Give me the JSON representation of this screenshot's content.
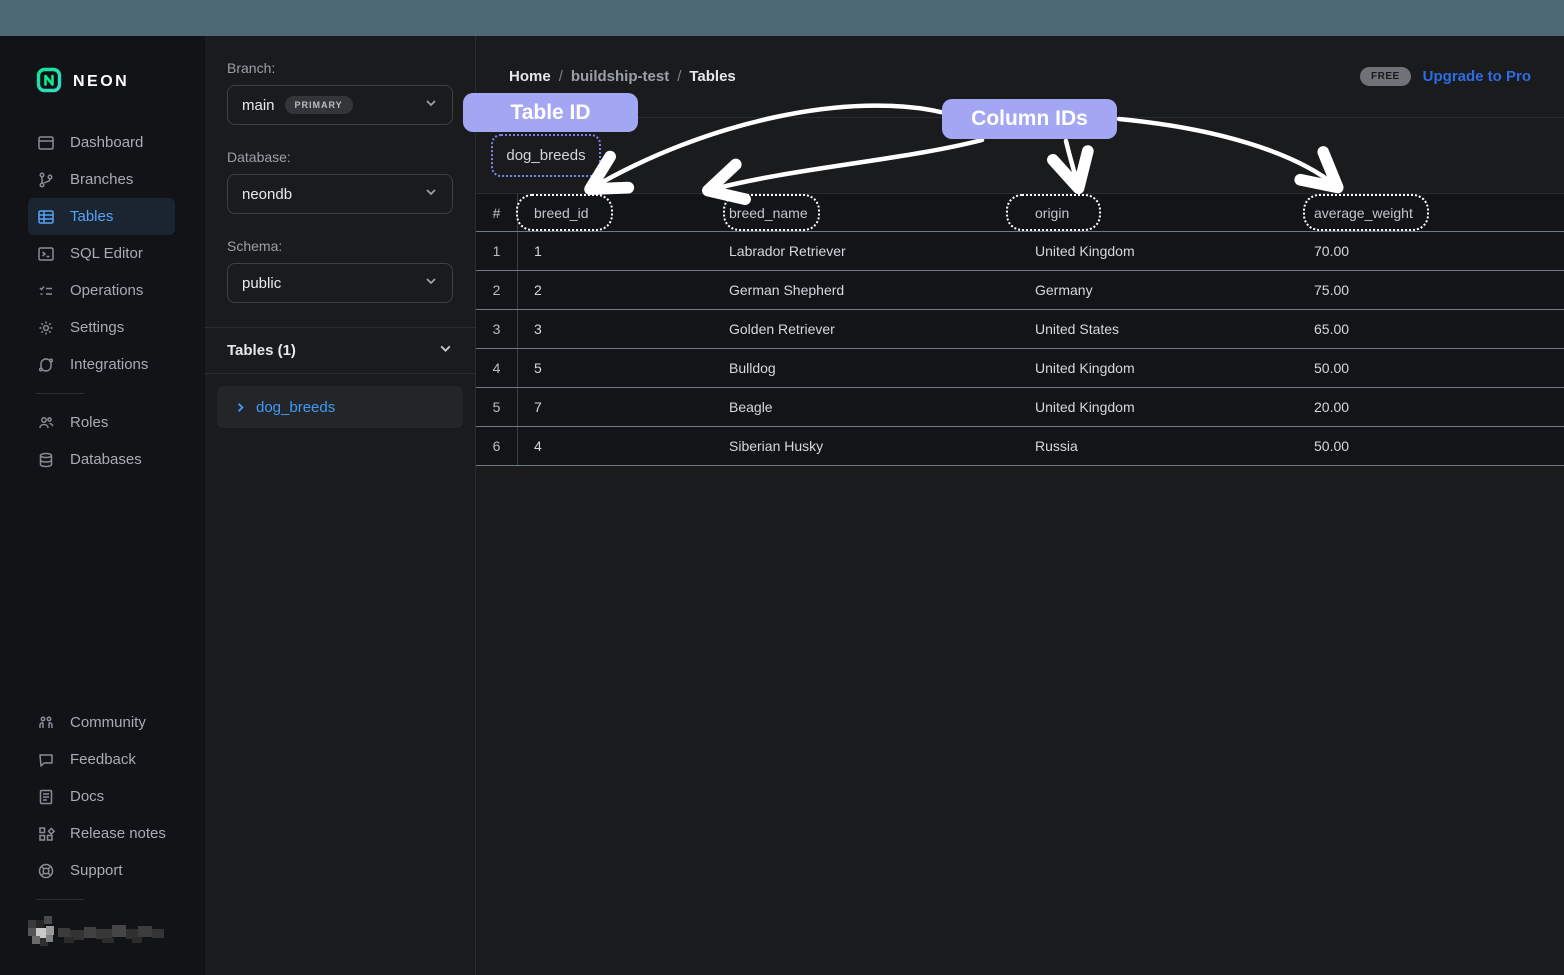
{
  "sidebar": {
    "logo_text": "NEON",
    "items": [
      {
        "label": "Dashboard",
        "icon": "dashboard-icon",
        "active": false
      },
      {
        "label": "Branches",
        "icon": "branches-icon",
        "active": false
      },
      {
        "label": "Tables",
        "icon": "tables-icon",
        "active": true
      },
      {
        "label": "SQL Editor",
        "icon": "sql-editor-icon",
        "active": false
      },
      {
        "label": "Operations",
        "icon": "operations-icon",
        "active": false
      },
      {
        "label": "Settings",
        "icon": "settings-icon",
        "active": false
      },
      {
        "label": "Integrations",
        "icon": "integrations-icon",
        "active": false
      },
      {
        "label": "Roles",
        "icon": "roles-icon",
        "active": false
      },
      {
        "label": "Databases",
        "icon": "databases-icon",
        "active": false
      }
    ],
    "footer_items": [
      {
        "label": "Community",
        "icon": "community-icon"
      },
      {
        "label": "Feedback",
        "icon": "feedback-icon"
      },
      {
        "label": "Docs",
        "icon": "docs-icon"
      },
      {
        "label": "Release notes",
        "icon": "release-notes-icon"
      },
      {
        "label": "Support",
        "icon": "support-icon"
      }
    ]
  },
  "panel": {
    "branch_label": "Branch:",
    "branch_value": "main",
    "branch_badge": "PRIMARY",
    "database_label": "Database:",
    "database_value": "neondb",
    "schema_label": "Schema:",
    "schema_value": "public",
    "tables_section_title": "Tables (1)",
    "table_item": "dog_breeds"
  },
  "header": {
    "breadcrumb_home": "Home",
    "breadcrumb_sep1": "/",
    "breadcrumb_project": "buildship-test",
    "breadcrumb_sep2": "/",
    "breadcrumb_page": "Tables",
    "plan_badge": "FREE",
    "upgrade_label": "Upgrade to Pro"
  },
  "main": {
    "tab_label": "dog_breeds",
    "table": {
      "row_number_header": "#",
      "columns": [
        "breed_id",
        "breed_name",
        "origin",
        "average_weight"
      ],
      "rows": [
        {
          "n": "1",
          "breed_id": "1",
          "breed_name": "Labrador Retriever",
          "origin": "United Kingdom",
          "average_weight": "70.00"
        },
        {
          "n": "2",
          "breed_id": "2",
          "breed_name": "German Shepherd",
          "origin": "Germany",
          "average_weight": "75.00"
        },
        {
          "n": "3",
          "breed_id": "3",
          "breed_name": "Golden Retriever",
          "origin": "United States",
          "average_weight": "65.00"
        },
        {
          "n": "4",
          "breed_id": "5",
          "breed_name": "Bulldog",
          "origin": "United Kingdom",
          "average_weight": "50.00"
        },
        {
          "n": "5",
          "breed_id": "7",
          "breed_name": "Beagle",
          "origin": "United Kingdom",
          "average_weight": "20.00"
        },
        {
          "n": "6",
          "breed_id": "4",
          "breed_name": "Siberian Husky",
          "origin": "Russia",
          "average_weight": "50.00"
        }
      ]
    }
  },
  "annotations": {
    "table_id_label": "Table ID",
    "column_ids_label": "Column IDs",
    "badge_color": "#a3a6f3",
    "arrow_color": "#ffffff"
  },
  "colors": {
    "accent_blue": "#3f9bf7",
    "upgrade_blue": "#2e6ce6",
    "logo_green": "#00e599",
    "top_strip": "#4d6974",
    "row_separator": "#6f7986"
  }
}
